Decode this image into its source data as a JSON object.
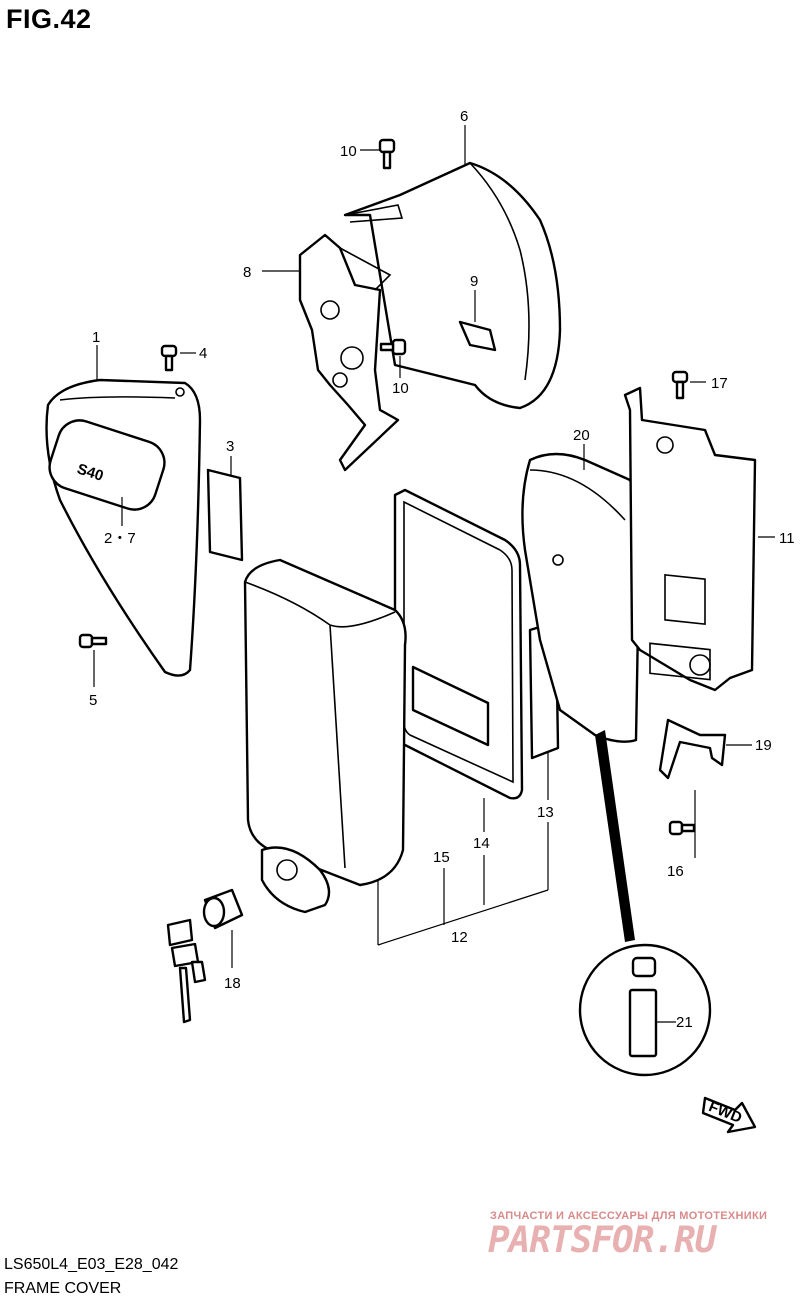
{
  "figure": {
    "title": "FIG.42",
    "model_code": "LS650L4_E03_E28_042",
    "section_name": "FRAME COVER"
  },
  "callouts": {
    "c1": "1",
    "c2_7": "2・7",
    "c3": "3",
    "c4": "4",
    "c5": "5",
    "c6": "6",
    "c8": "8",
    "c9": "9",
    "c10a": "10",
    "c10b": "10",
    "c11": "11",
    "c12": "12",
    "c13": "13",
    "c14": "14",
    "c15": "15",
    "c16": "16",
    "c17": "17",
    "c18": "18",
    "c19": "19",
    "c20": "20",
    "c21": "21"
  },
  "emblem_text": "S40",
  "fwd_label": "FWD",
  "watermark": {
    "small": "ЗАПЧАСТИ И АКСЕССУАРЫ ДЛЯ МОТОТЕХНИКИ",
    "big": "PARTSFOR.RU"
  }
}
